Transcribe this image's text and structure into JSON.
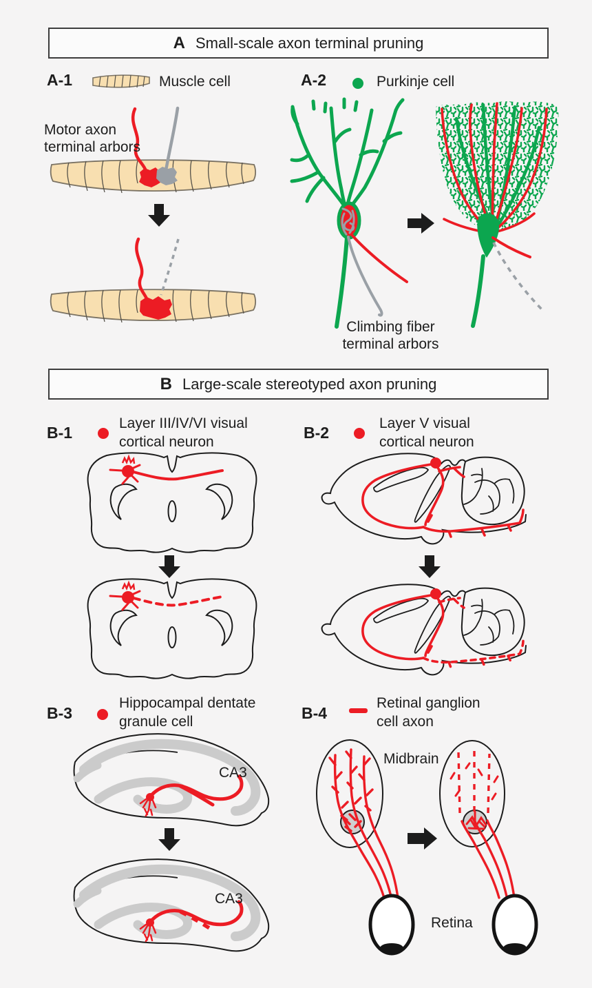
{
  "palette": {
    "background": "#f5f4f4",
    "accent_red": "#ec1c24",
    "accent_green": "#0ca64f",
    "fiber_gray": "#9aa0a6",
    "muscle_tan": "#f8dfb0",
    "band_gray": "#cbcbcb",
    "outline_black": "#1c1c1c"
  },
  "panel_a": {
    "header": {
      "letter": "A",
      "title": "Small-scale axon terminal pruning"
    },
    "a1": {
      "label": "A-1",
      "legend": "Muscle cell",
      "annotation_line1": "Motor axon",
      "annotation_line2": "terminal arbors"
    },
    "a2": {
      "label": "A-2",
      "legend": "Purkinje cell",
      "annotation_line1": "Climbing fiber",
      "annotation_line2": "terminal arbors"
    }
  },
  "panel_b": {
    "header": {
      "letter": "B",
      "title": "Large-scale stereotyped axon pruning"
    },
    "b1": {
      "label": "B-1",
      "legend_line1": "Layer III/IV/VI visual",
      "legend_line2": "cortical neuron"
    },
    "b2": {
      "label": "B-2",
      "legend_line1": "Layer V visual",
      "legend_line2": "cortical neuron"
    },
    "b3": {
      "label": "B-3",
      "legend_line1": "Hippocampal dentate",
      "legend_line2": "granule cell",
      "region_label": "CA3"
    },
    "b4": {
      "label": "B-4",
      "legend_line1": "Retinal ganglion",
      "legend_line2": "cell axon",
      "midbrain_label": "Midbrain",
      "retina_label": "Retina"
    }
  }
}
